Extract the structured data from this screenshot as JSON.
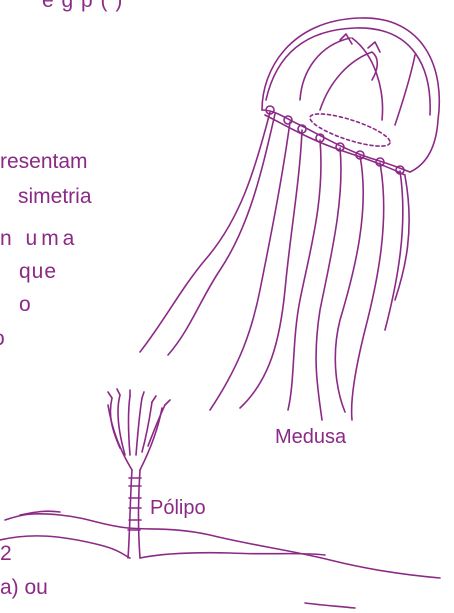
{
  "colors": {
    "ink": "#8b2a86"
  },
  "text_fragments": [
    "e   g     p  ( ) ",
    "resentam",
    "simetria",
    "n  uma",
    "que",
    "o",
    "o",
    "2",
    "a)  ou"
  ],
  "illustration": {
    "medusa_label": "Medusa",
    "polipo_label": "Pólipo"
  }
}
